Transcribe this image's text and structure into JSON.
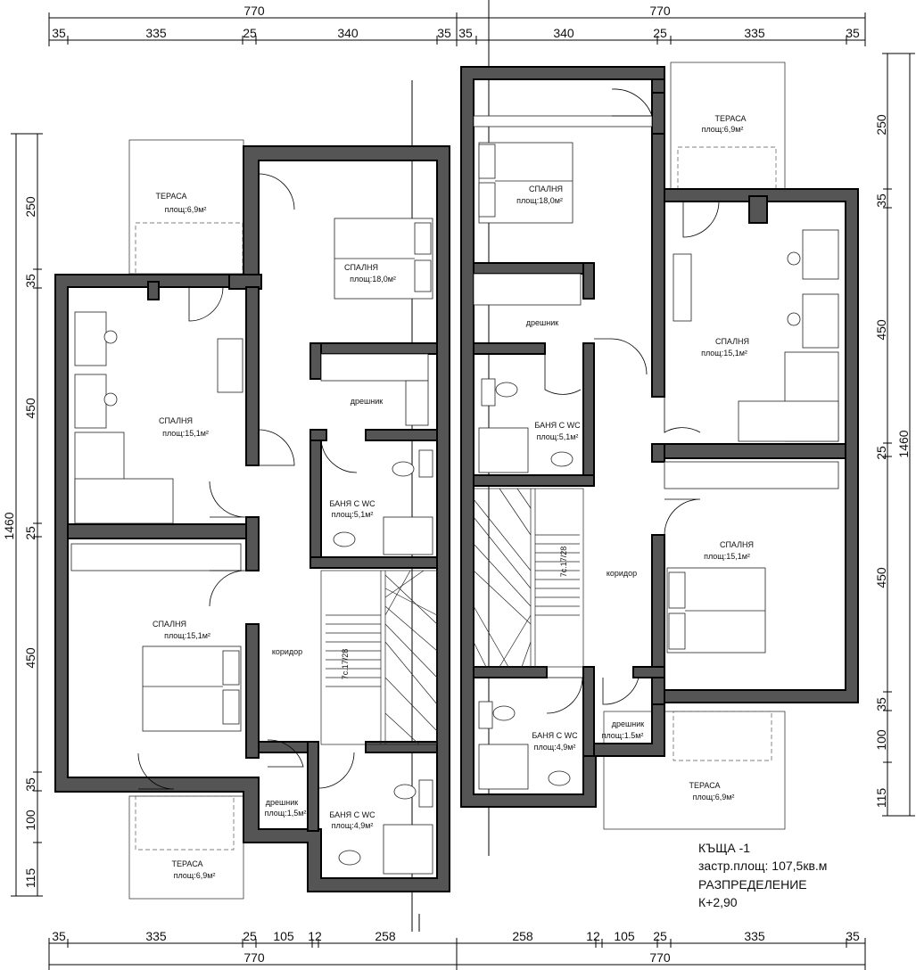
{
  "dimensions": {
    "top_totals": [
      "770",
      "770"
    ],
    "top_segments": [
      "35",
      "335",
      "25",
      "340",
      "35",
      "35",
      "340",
      "25",
      "335",
      "35"
    ],
    "bottom_segments": [
      "35",
      "335",
      "25",
      "105",
      "12",
      "258",
      "258",
      "12",
      "105",
      "25",
      "335",
      "35"
    ],
    "bottom_totals": [
      "770",
      "770"
    ],
    "left_segments": [
      "250",
      "35",
      "450",
      "25",
      "450",
      "35",
      "100",
      "115"
    ],
    "left_total": "1460",
    "right_segments": [
      "250",
      "35",
      "450",
      "25",
      "450",
      "35",
      "100",
      "115"
    ],
    "right_total": "1460"
  },
  "rooms": {
    "terrace_left_top": {
      "name": "ТЕРАСА",
      "area": "площ:6,9м²"
    },
    "bedroom_left_top": {
      "name": "СПАЛНЯ",
      "area": "площ:18,0м²"
    },
    "bedroom_left_mid": {
      "name": "СПАЛНЯ",
      "area": "площ:15,1м²"
    },
    "wardrobe_left": {
      "name": "дрешник"
    },
    "bath_left_mid": {
      "name": "БАНЯ С WC",
      "area": "площ:5,1м²"
    },
    "bedroom_left_low": {
      "name": "СПАЛНЯ",
      "area": "площ:15,1м²"
    },
    "corridor_left": {
      "name": "коридор"
    },
    "stairs_left": {
      "label": "7с.17/28"
    },
    "closet_left": {
      "name": "дрешник",
      "area": "площ:1,5м²"
    },
    "bath_left_low": {
      "name": "БАНЯ С WC",
      "area": "площ:4,9м²"
    },
    "terrace_left_bottom": {
      "name": "ТЕРАСА",
      "area": "площ:6,9м²"
    },
    "terrace_right_top": {
      "name": "ТЕРАСА",
      "area": "площ:6,9м²"
    },
    "bedroom_right_top": {
      "name": "СПАЛНЯ",
      "area": "площ:18,0м²"
    },
    "wardrobe_right": {
      "name": "дрешник"
    },
    "bath_right_mid": {
      "name": "БАНЯ С WC",
      "area": "площ:5,1м²"
    },
    "bedroom_right_mid": {
      "name": "СПАЛНЯ",
      "area": "площ:15,1м²"
    },
    "bedroom_right_low": {
      "name": "СПАЛНЯ",
      "area": "площ:15,1м²"
    },
    "corridor_right": {
      "name": "коридор"
    },
    "stairs_right": {
      "label": "7с.17/28"
    },
    "bath_right_low": {
      "name": "БАНЯ С WC",
      "area": "площ:4,9м²"
    },
    "closet_right": {
      "name": "дрешник",
      "area": "площ:1.5м²"
    },
    "terrace_right_bottom": {
      "name": "ТЕРАСА",
      "area": "площ:6,9м²"
    }
  },
  "title_block": {
    "line1": "КЪЩА -1",
    "line2": "застр.площ: 107,5кв.м",
    "line3": "РАЗПРЕДЕЛЕНИЕ",
    "line4": "К+2,90"
  },
  "colors": {
    "wall_fill": "#555555",
    "line": "#000000",
    "background": "#ffffff"
  }
}
